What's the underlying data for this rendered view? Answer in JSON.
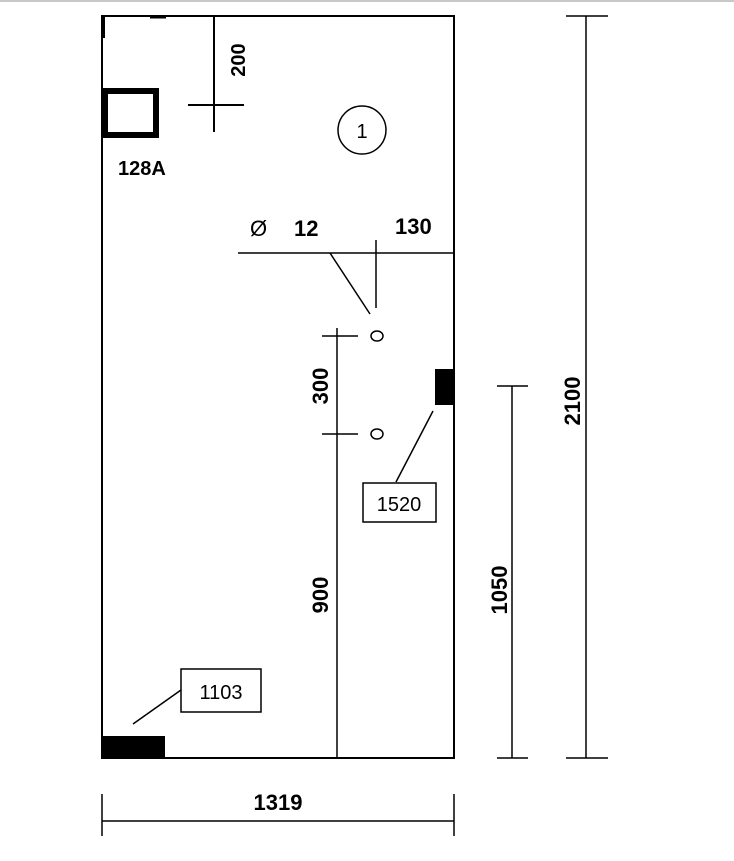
{
  "drawing": {
    "marker_number": "1",
    "fixture_label": "128A",
    "diameter_symbol": "Ø",
    "dim_top_offset": "200",
    "dim_hole_diameter": "12",
    "dim_edge_offset": "130",
    "dim_hole_spacing": "300",
    "dim_lower_hole_height": "900",
    "dim_right_height": "1050",
    "dim_total_height": "2100",
    "dim_total_width": "1319",
    "callout_right": "1520",
    "callout_bottom": "1103"
  },
  "colors": {
    "line": "#000000",
    "background": "#ffffff",
    "top_rule": "#c8c8c8"
  }
}
